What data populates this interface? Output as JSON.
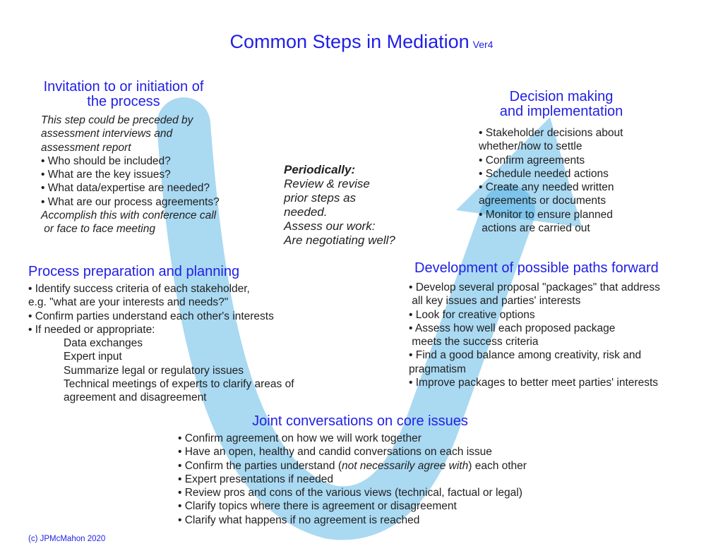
{
  "colors": {
    "heading_blue": "#1f1fe6",
    "body_dark": "#1f1f1f",
    "arrow_blue": "#45ace2"
  },
  "title": {
    "text": "Common Steps in Mediation",
    "version": "Ver4"
  },
  "sections": {
    "invitation": {
      "heading": [
        "Invitation to or initiation of",
        "the process"
      ],
      "preface": [
        "This step could be preceded by",
        "assessment interviews and",
        "assessment report"
      ],
      "bullets": [
        "• Who should be included?",
        "• What are the key issues?",
        "• What data/expertise are needed?",
        "• What are our process agreements?"
      ],
      "footer": [
        "Accomplish this with conference call",
        " or face to face meeting"
      ]
    },
    "periodically": {
      "heading": "Periodically:",
      "lines": [
        "Review & revise",
        "prior steps as",
        "needed.",
        "Assess our work:",
        "Are negotiating well?"
      ]
    },
    "decision": {
      "heading": [
        "Decision making",
        "and implementation"
      ],
      "lines": [
        "• Stakeholder decisions about",
        "whether/how to settle",
        "• Confirm agreements",
        "• Schedule needed actions",
        "• Create any needed written",
        "agreements or documents",
        "• Monitor to ensure planned",
        " actions are carried out"
      ]
    },
    "process": {
      "heading": "Process preparation and planning",
      "lines": [
        "• Identify success criteria of each stakeholder,",
        "e.g. \"what are your interests and needs?\"",
        "• Confirm parties understand each other's interests",
        "• If needed or appropriate:"
      ],
      "sub_lines": [
        "Data exchanges",
        "Expert input",
        "Summarize legal or regulatory issues",
        "Technical meetings of experts to clarify areas of",
        "agreement and disagreement"
      ]
    },
    "development": {
      "heading": "Development of possible paths forward",
      "lines": [
        "• Develop several proposal \"packages\" that address",
        " all key issues and parties' interests",
        "• Look for creative options",
        "• Assess how well each proposed package",
        " meets the success criteria",
        "• Find a good balance among creativity, risk and",
        "pragmatism",
        "• Improve packages to better meet parties' interests"
      ]
    },
    "joint": {
      "heading": "Joint conversations on core issues",
      "lines_before": [
        "• Confirm agreement on how we will work together",
        "• Have an open, healthy and candid conversations on each issue"
      ],
      "mixed_line": {
        "prefix": "• Confirm the parties understand (",
        "italic": "not necessarily agree with",
        "suffix": ") each other"
      },
      "lines_after": [
        "• Expert presentations if needed",
        "• Review pros and cons of the various views (technical, factual or legal)",
        "• Clarify topics where there is agreement or disagreement",
        "• Clarify what happens if no agreement is reached"
      ]
    }
  },
  "footer": {
    "copyright": "(c) JPMcMahon 2020"
  }
}
